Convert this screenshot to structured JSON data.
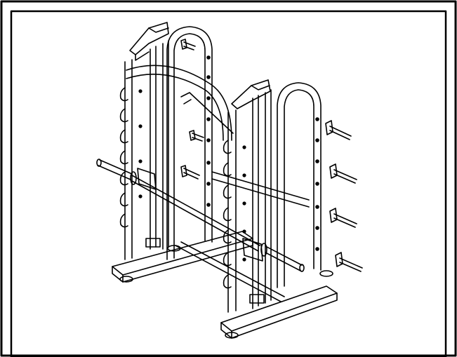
{
  "figure": {
    "subject": "smith-machine-rack",
    "view": "isometric-line-drawing",
    "bolts_count": 6,
    "colors": {
      "line": "#000000",
      "background": "#ffffff"
    }
  }
}
